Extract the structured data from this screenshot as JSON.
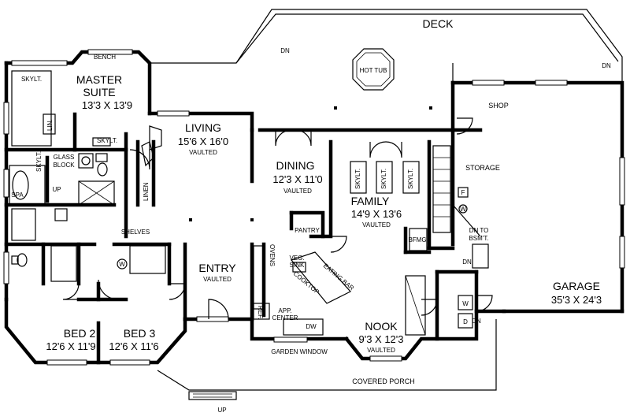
{
  "rooms": {
    "master_suite": {
      "name_l1": "MASTER",
      "name_l2": "SUITE",
      "size": "13'3 X 13'9"
    },
    "living": {
      "name": "LIVING",
      "size": "15'6 X 16'0",
      "note": "VAULTED"
    },
    "dining": {
      "name": "DINING",
      "size": "12'3 X 11'0",
      "note": "VAULTED"
    },
    "family": {
      "name": "FAMILY",
      "size": "14'9 X 13'6",
      "note": "VAULTED"
    },
    "entry": {
      "name": "ENTRY",
      "note": "VAULTED"
    },
    "nook": {
      "name": "NOOK",
      "size": "9'3 X 12'3",
      "note": "VAULTED"
    },
    "garage": {
      "name": "GARAGE",
      "size": "35'3 X 24'3"
    },
    "bed2": {
      "name": "BED 2",
      "size": "12'6 X 11'9"
    },
    "bed3": {
      "name": "BED 3",
      "size": "12'6 X 11'6"
    },
    "shop": {
      "name": "SHOP"
    },
    "storage": {
      "name": "STORAGE"
    }
  },
  "labels": {
    "deck": "DECK",
    "hot_tub": "HOT TUB",
    "covered_porch": "COVERED PORCH",
    "garden_window": "GARDEN WINDOW",
    "bench": "BENCH",
    "skylt": "SKYLT.",
    "lin": "LIN.",
    "linen": "LINEN",
    "glass_block_l1": "GLASS",
    "glass_block_l2": "BLOCK",
    "spa": "SPA",
    "up": "UP",
    "shelves": "SHELVES",
    "pantry": "PANTRY",
    "ovens": "OVENS",
    "veg_sink_l1": "VEG.",
    "veg_sink_l2": "SINK",
    "cooktop": "COOKTOP",
    "eating_bar": "EATING BAR",
    "app_center_l1": "APP.",
    "app_center_l2": "CENTER",
    "ref": "REF.",
    "dw": "DW",
    "bfmg": "BFMG",
    "dn": "DN",
    "dn_to_bsmt_l1": "DN TO",
    "dn_to_bsmt_l2": "BSM'T.",
    "w": "W",
    "d": "D",
    "f": "F"
  }
}
